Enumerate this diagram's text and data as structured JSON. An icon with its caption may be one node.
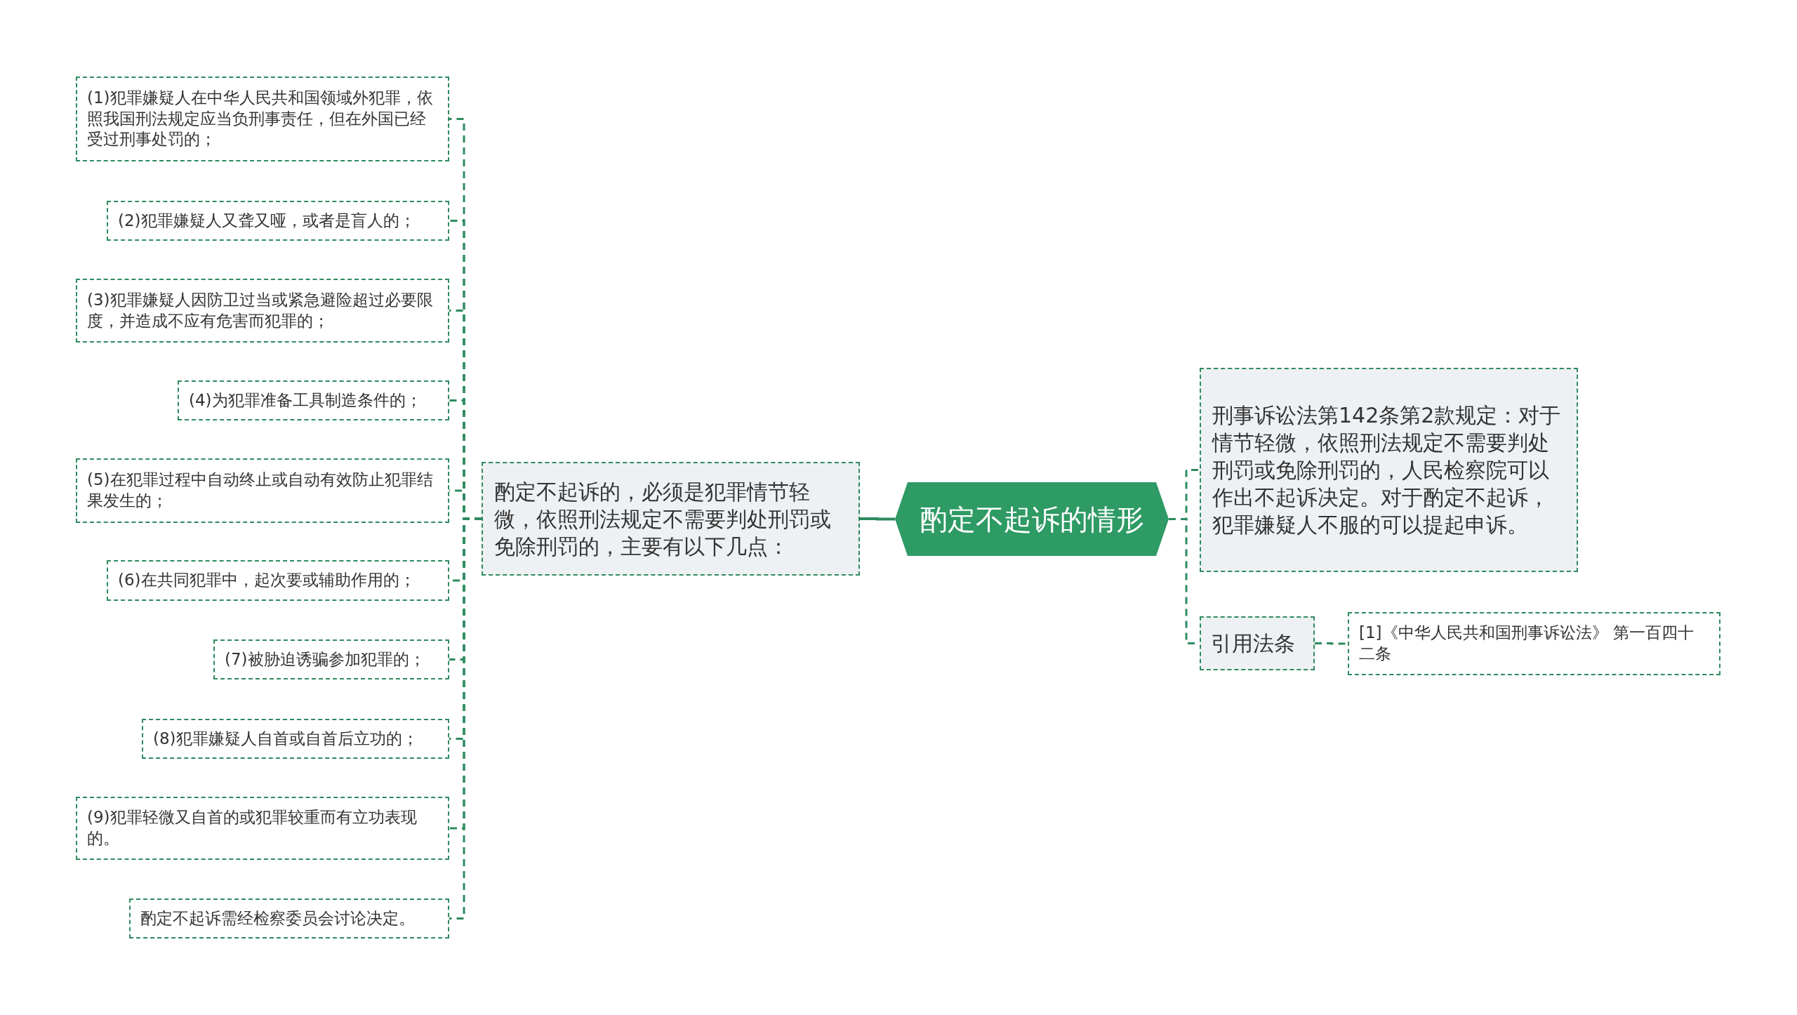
{
  "diagram": {
    "nodes": [
      {
        "text": [
          "酌定不起诉的情形"
        ]
      },
      {
        "text": [
          "酌定不起诉的，必须是犯罪情节轻微，依照刑法规定不需要判处刑罚或免除刑罚的，主要有以下几点："
        ]
      },
      {
        "text": [
          "(1)犯罪嫌疑人在中华人民共和国领域外犯罪，依照我国刑法规定应当负刑事责任，但在外国已经受过刑事处罚的；"
        ]
      },
      {
        "text": [
          "(2)犯罪嫌疑人又聋又哑，或者是盲人的；"
        ]
      },
      {
        "text": [
          "(3)犯罪嫌疑人因防卫过当或紧急避险超过必要限度，并造成不应有危害而犯罪的；"
        ]
      },
      {
        "text": [
          "(4)为犯罪准备工具制造条件的；"
        ]
      },
      {
        "text": [
          "(5)在犯罪过程中自动终止或自动有效防止犯罪结果发生的；"
        ]
      },
      {
        "text": [
          "(6)在共同犯罪中，起次要或辅助作用的；"
        ]
      },
      {
        "text": [
          "(7)被胁迫诱骗参加犯罪的；"
        ]
      },
      {
        "text": [
          "(8)犯罪嫌疑人自首或自首后立功的；"
        ]
      },
      {
        "text": [
          "(9)犯罪轻微又自首的或犯罪较重而有立功表现的。"
        ]
      },
      {
        "text": [
          "酌定不起诉需经检察委员会讨论决定。"
        ]
      },
      {
        "text": [
          "刑事诉讼法第142条第2款规定：对于情节轻微，依照刑法规定不需要判处刑罚或免除刑罚的，人民检察院可以作出不起诉决定。对于酌定不起诉，犯罪嫌疑人不服的可以提起申诉。"
        ]
      },
      {
        "text": [
          "引用法条"
        ]
      },
      {
        "text": [
          "[1]《中华人民共和国刑事诉讼法》 第一百四十二条"
        ]
      }
    ],
    "edges": [
      {
        "from": 0,
        "to": 1,
        "arrow": "none"
      },
      {
        "from": 1,
        "to": 2,
        "arrow": "none",
        "style": "dashed"
      },
      {
        "from": 1,
        "to": 3,
        "arrow": "none",
        "style": "dashed"
      },
      {
        "from": 1,
        "to": 4,
        "arrow": "none",
        "style": "dashed"
      },
      {
        "from": 1,
        "to": 5,
        "arrow": "none",
        "style": "dashed"
      },
      {
        "from": 1,
        "to": 6,
        "arrow": "none",
        "style": "dashed"
      },
      {
        "from": 1,
        "to": 7,
        "arrow": "none",
        "style": "dashed"
      },
      {
        "from": 1,
        "to": 8,
        "arrow": "none",
        "style": "dashed"
      },
      {
        "from": 1,
        "to": 9,
        "arrow": "none",
        "style": "dashed"
      },
      {
        "from": 1,
        "to": 10,
        "arrow": "none",
        "style": "dashed"
      },
      {
        "from": 1,
        "to": 11,
        "arrow": "none",
        "style": "dashed"
      },
      {
        "from": 0,
        "to": 12,
        "arrow": "none",
        "style": "dashed"
      },
      {
        "from": 0,
        "to": 13,
        "arrow": "none",
        "style": "dashed"
      },
      {
        "from": 13,
        "to": 14,
        "arrow": "none",
        "style": "dashed"
      }
    ]
  }
}
